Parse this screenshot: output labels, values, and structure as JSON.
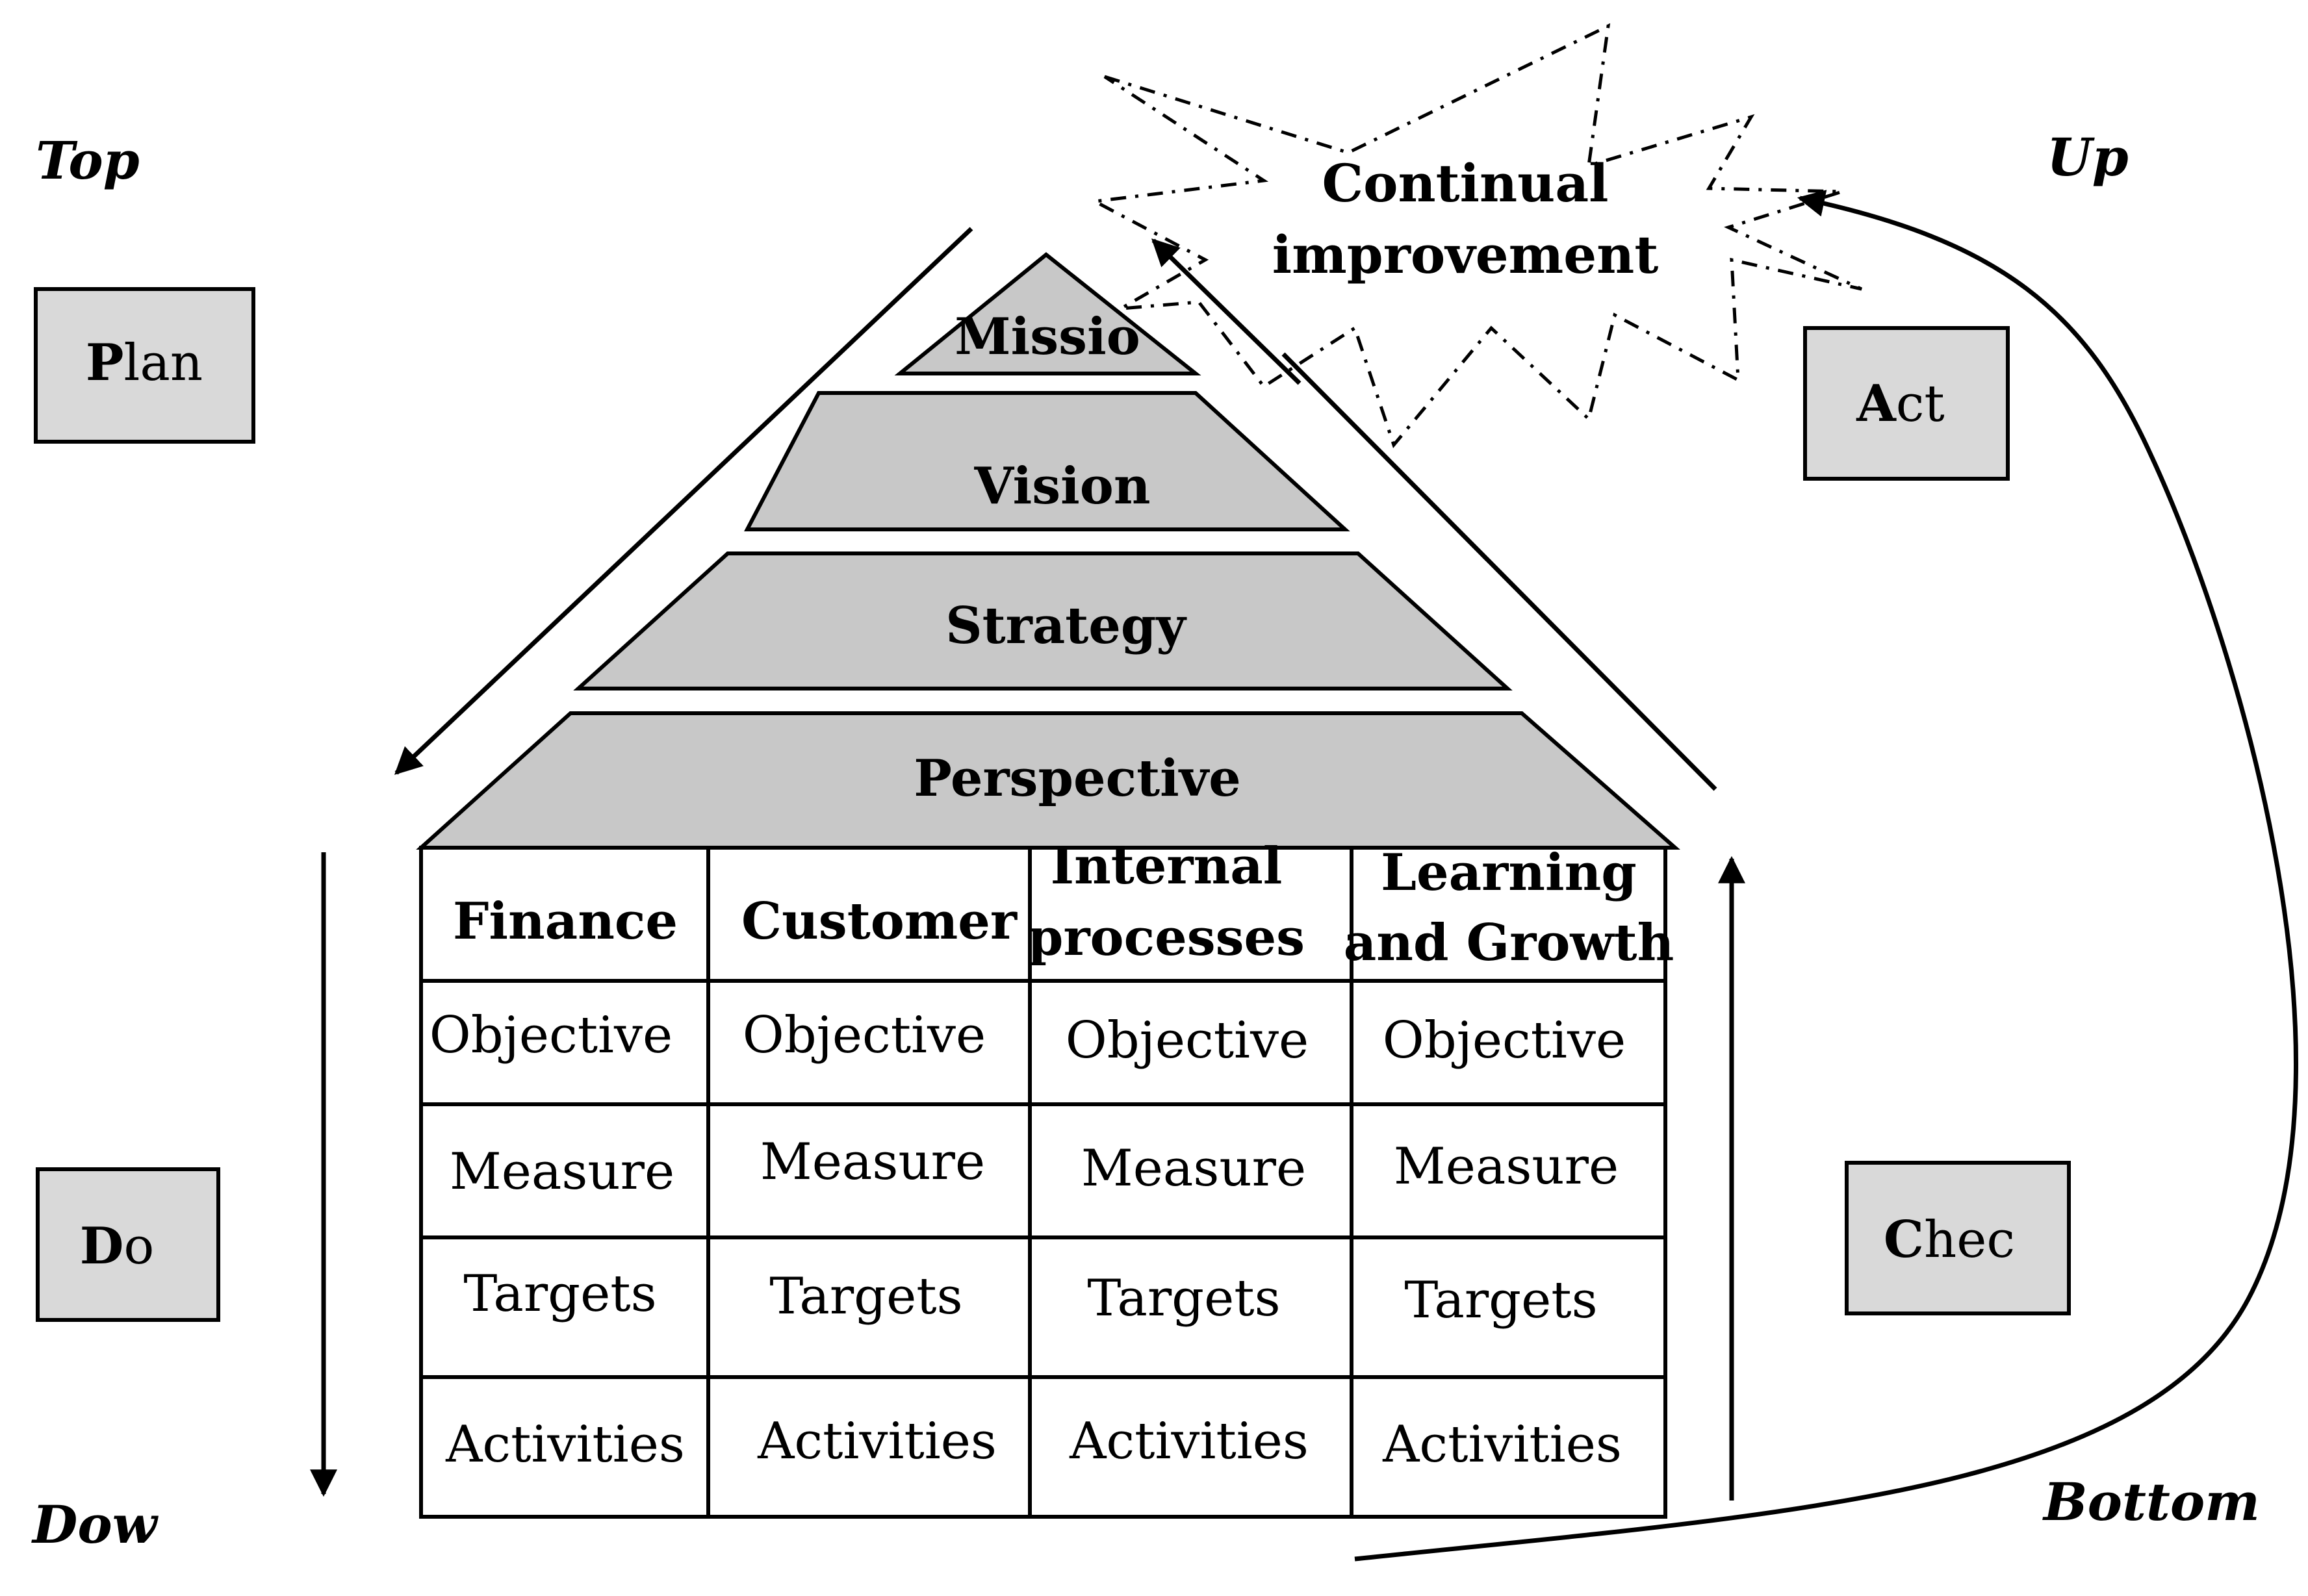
{
  "corners": {
    "top": "Top",
    "up": "Up",
    "down": "Dow",
    "bottom": "Bottom"
  },
  "pdca": {
    "plan": {
      "initial": "P",
      "rest": "lan"
    },
    "do": {
      "initial": "D",
      "rest": "o"
    },
    "check": {
      "initial": "C",
      "rest": "hec"
    },
    "act": {
      "initial": "A",
      "rest": "ct"
    }
  },
  "burst": {
    "line1": "Continual",
    "line2": "improvement"
  },
  "pyramid": {
    "mission": "Missio",
    "vision": "Vision",
    "strategy": "Strategy",
    "perspective": "Perspective"
  },
  "table": {
    "headers": [
      {
        "line1": "Finance",
        "line2": ""
      },
      {
        "line1": "Customer",
        "line2": ""
      },
      {
        "line1": "Internal",
        "line2": "processes"
      },
      {
        "line1": "Learning",
        "line2": "and Growth"
      }
    ],
    "row_labels": [
      "Objective",
      "Measure",
      "Targets",
      "Activities"
    ]
  },
  "colors": {
    "box_fill": "#d9d9d9",
    "pyramid_fill": "#c8c8c8",
    "line": "#000000"
  }
}
